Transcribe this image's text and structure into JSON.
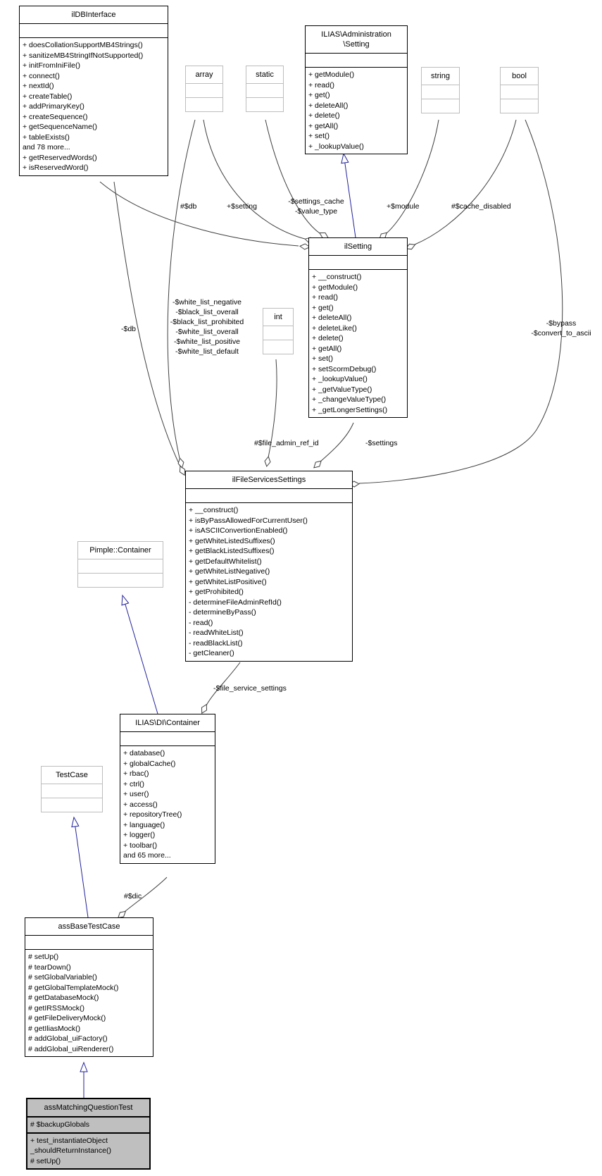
{
  "colors": {
    "inheritance": "#22229a",
    "usage": "#404040",
    "node-border": "#000000",
    "undoc-border": "#bdbdbd",
    "node-fill": "#ffffff",
    "highlight-fill": "#bfbfbf"
  },
  "classes": {
    "ildb": {
      "name": "ilDBInterface",
      "attributes": [],
      "methods": [
        "+ doesCollationSupportMB4Strings()",
        "+ sanitizeMB4StringIfNotSupported()",
        "+ initFromIniFile()",
        "+ connect()",
        "+ nextId()",
        "+ createTable()",
        "+ addPrimaryKey()",
        "+ createSequence()",
        "+ getSequenceName()",
        "+ tableExists()",
        "and 78 more...",
        "+ getReservedWords()",
        "+ isReservedWord()"
      ]
    },
    "setting_iface": {
      "name": "ILIAS\\Administration\n\\Setting",
      "attributes": [],
      "methods": [
        "+ getModule()",
        "+ read()",
        "+ get()",
        "+ deleteAll()",
        "+ delete()",
        "+ getAll()",
        "+ set()",
        "+ _lookupValue()"
      ]
    },
    "arr": {
      "name": "array",
      "attributes": [],
      "methods": []
    },
    "stat": {
      "name": "static",
      "attributes": [],
      "methods": []
    },
    "str": {
      "name": "string",
      "attributes": [],
      "methods": []
    },
    "boolc": {
      "name": "bool",
      "attributes": [],
      "methods": []
    },
    "intc": {
      "name": "int",
      "attributes": [],
      "methods": []
    },
    "ilsetting": {
      "name": "ilSetting",
      "attributes": [],
      "methods": [
        "+ __construct()",
        "+ getModule()",
        "+ read()",
        "+ get()",
        "+ deleteAll()",
        "+ deleteLike()",
        "+ delete()",
        "+ getAll()",
        "+ set()",
        "+ setScormDebug()",
        "+ _lookupValue()",
        "+ _getValueType()",
        "+ _changeValueType()",
        "+ _getLongerSettings()"
      ]
    },
    "fss": {
      "name": "ilFileServicesSettings",
      "attributes": [],
      "methods": [
        "+ __construct()",
        "+ isByPassAllowedForCurrentUser()",
        "+ isASCIIConvertionEnabled()",
        "+ getWhiteListedSuffixes()",
        "+ getBlackListedSuffixes()",
        "+ getDefaultWhitelist()",
        "+ getWhiteListNegative()",
        "+ getWhiteListPositive()",
        "+ getProhibited()",
        "- determineFileAdminRefId()",
        "- determineByPass()",
        "- read()",
        "- readWhiteList()",
        "- readBlackList()",
        "- getCleaner()"
      ]
    },
    "pimple": {
      "name": "Pimple::Container",
      "attributes": [],
      "methods": []
    },
    "dic": {
      "name": "ILIAS\\DI\\Container",
      "attributes": [],
      "methods": [
        "+ database()",
        "+ globalCache()",
        "+ rbac()",
        "+ ctrl()",
        "+ user()",
        "+ access()",
        "+ repositoryTree()",
        "+ language()",
        "+ logger()",
        "+ toolbar()",
        "and 65 more..."
      ]
    },
    "testcase": {
      "name": "TestCase",
      "attributes": [],
      "methods": []
    },
    "abtc": {
      "name": "assBaseTestCase",
      "attributes": [],
      "methods": [
        "# setUp()",
        "# tearDown()",
        "# setGlobalVariable()",
        "# getGlobalTemplateMock()",
        "# getDatabaseMock()",
        "# getIRSSMock()",
        "# getFileDeliveryMock()",
        "# getIliasMock()",
        "# addGlobal_uiFactory()",
        "# addGlobal_uiRenderer()"
      ]
    },
    "amqt": {
      "name": "assMatchingQuestionTest",
      "attributes": [
        "# $backupGlobals"
      ],
      "methods": [
        "+ test_instantiateObject\n_shouldReturnInstance()",
        "# setUp()"
      ]
    }
  },
  "labels": {
    "db_setting": "#$db",
    "setting": "+$setting",
    "settings_cache": "-$settings_cache\n-$value_type",
    "module": "+$module",
    "cache_disabled": "#$cache_disabled",
    "db_fss": "-$db",
    "white_lists": "-$white_list_negative\n-$black_list_overall\n-$black_list_prohibited\n-$white_list_overall\n-$white_list_positive\n-$white_list_default",
    "file_admin_ref_id": "#$file_admin_ref_id",
    "settings": "-$settings",
    "bypass": "-$bypass\n-$convert_to_ascii",
    "file_service_settings": "-$file_service_settings",
    "dic": "#$dic"
  }
}
